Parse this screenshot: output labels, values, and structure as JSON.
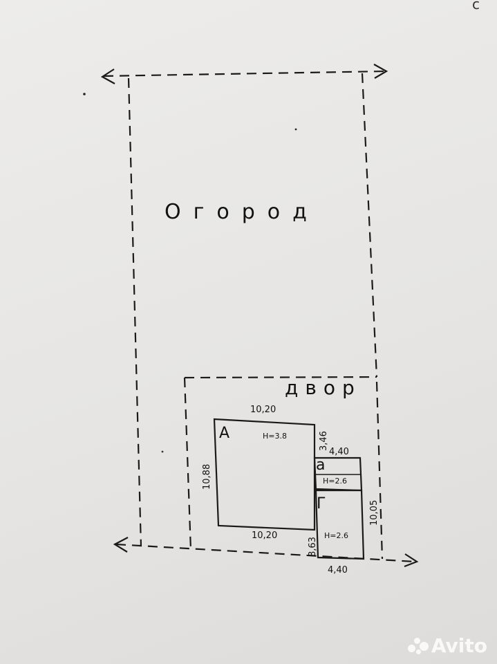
{
  "plan": {
    "garden_label": "Огород",
    "yard_label": "двор",
    "building_main_letter": "А",
    "building_annex_letter": "а",
    "building_shed_letter": "Г",
    "main_height": "H=3.8",
    "annex_height": "H=2.6",
    "shed_height": "H=2.6",
    "dims": {
      "main_top": "10,20",
      "main_bottom": "10,20",
      "main_left": "10,88",
      "annex_left_side": "3,46",
      "annex_top": "4,40",
      "right_side": "10,05",
      "shed_left": "8,63",
      "shed_bottom": "4,40"
    }
  },
  "watermark": {
    "text": "Avito"
  },
  "corner": {
    "letter": "с"
  }
}
